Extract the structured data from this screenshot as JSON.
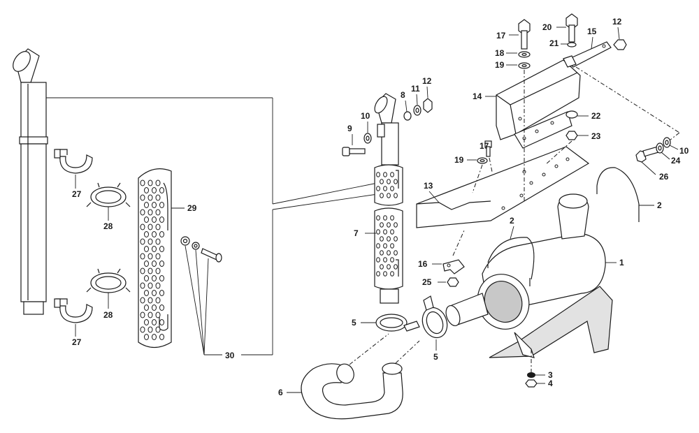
{
  "callouts": {
    "c1": "1",
    "c2a": "2",
    "c2b": "2",
    "c3": "3",
    "c4": "4",
    "c5a": "5",
    "c5b": "5",
    "c6": "6",
    "c7": "7",
    "c8": "8",
    "c9": "9",
    "c10a": "10",
    "c10b": "10",
    "c11": "11",
    "c12a": "12",
    "c12b": "12",
    "c13": "13",
    "c14": "14",
    "c15": "15",
    "c16": "16",
    "c17a": "17",
    "c17b": "17",
    "c18": "18",
    "c19a": "19",
    "c19b": "19",
    "c20": "20",
    "c21": "21",
    "c22": "22",
    "c23": "23",
    "c24": "24",
    "c25": "25",
    "c26": "26",
    "c27a": "27",
    "c27b": "27",
    "c28a": "28",
    "c28b": "28",
    "c29": "29",
    "c30": "30"
  }
}
